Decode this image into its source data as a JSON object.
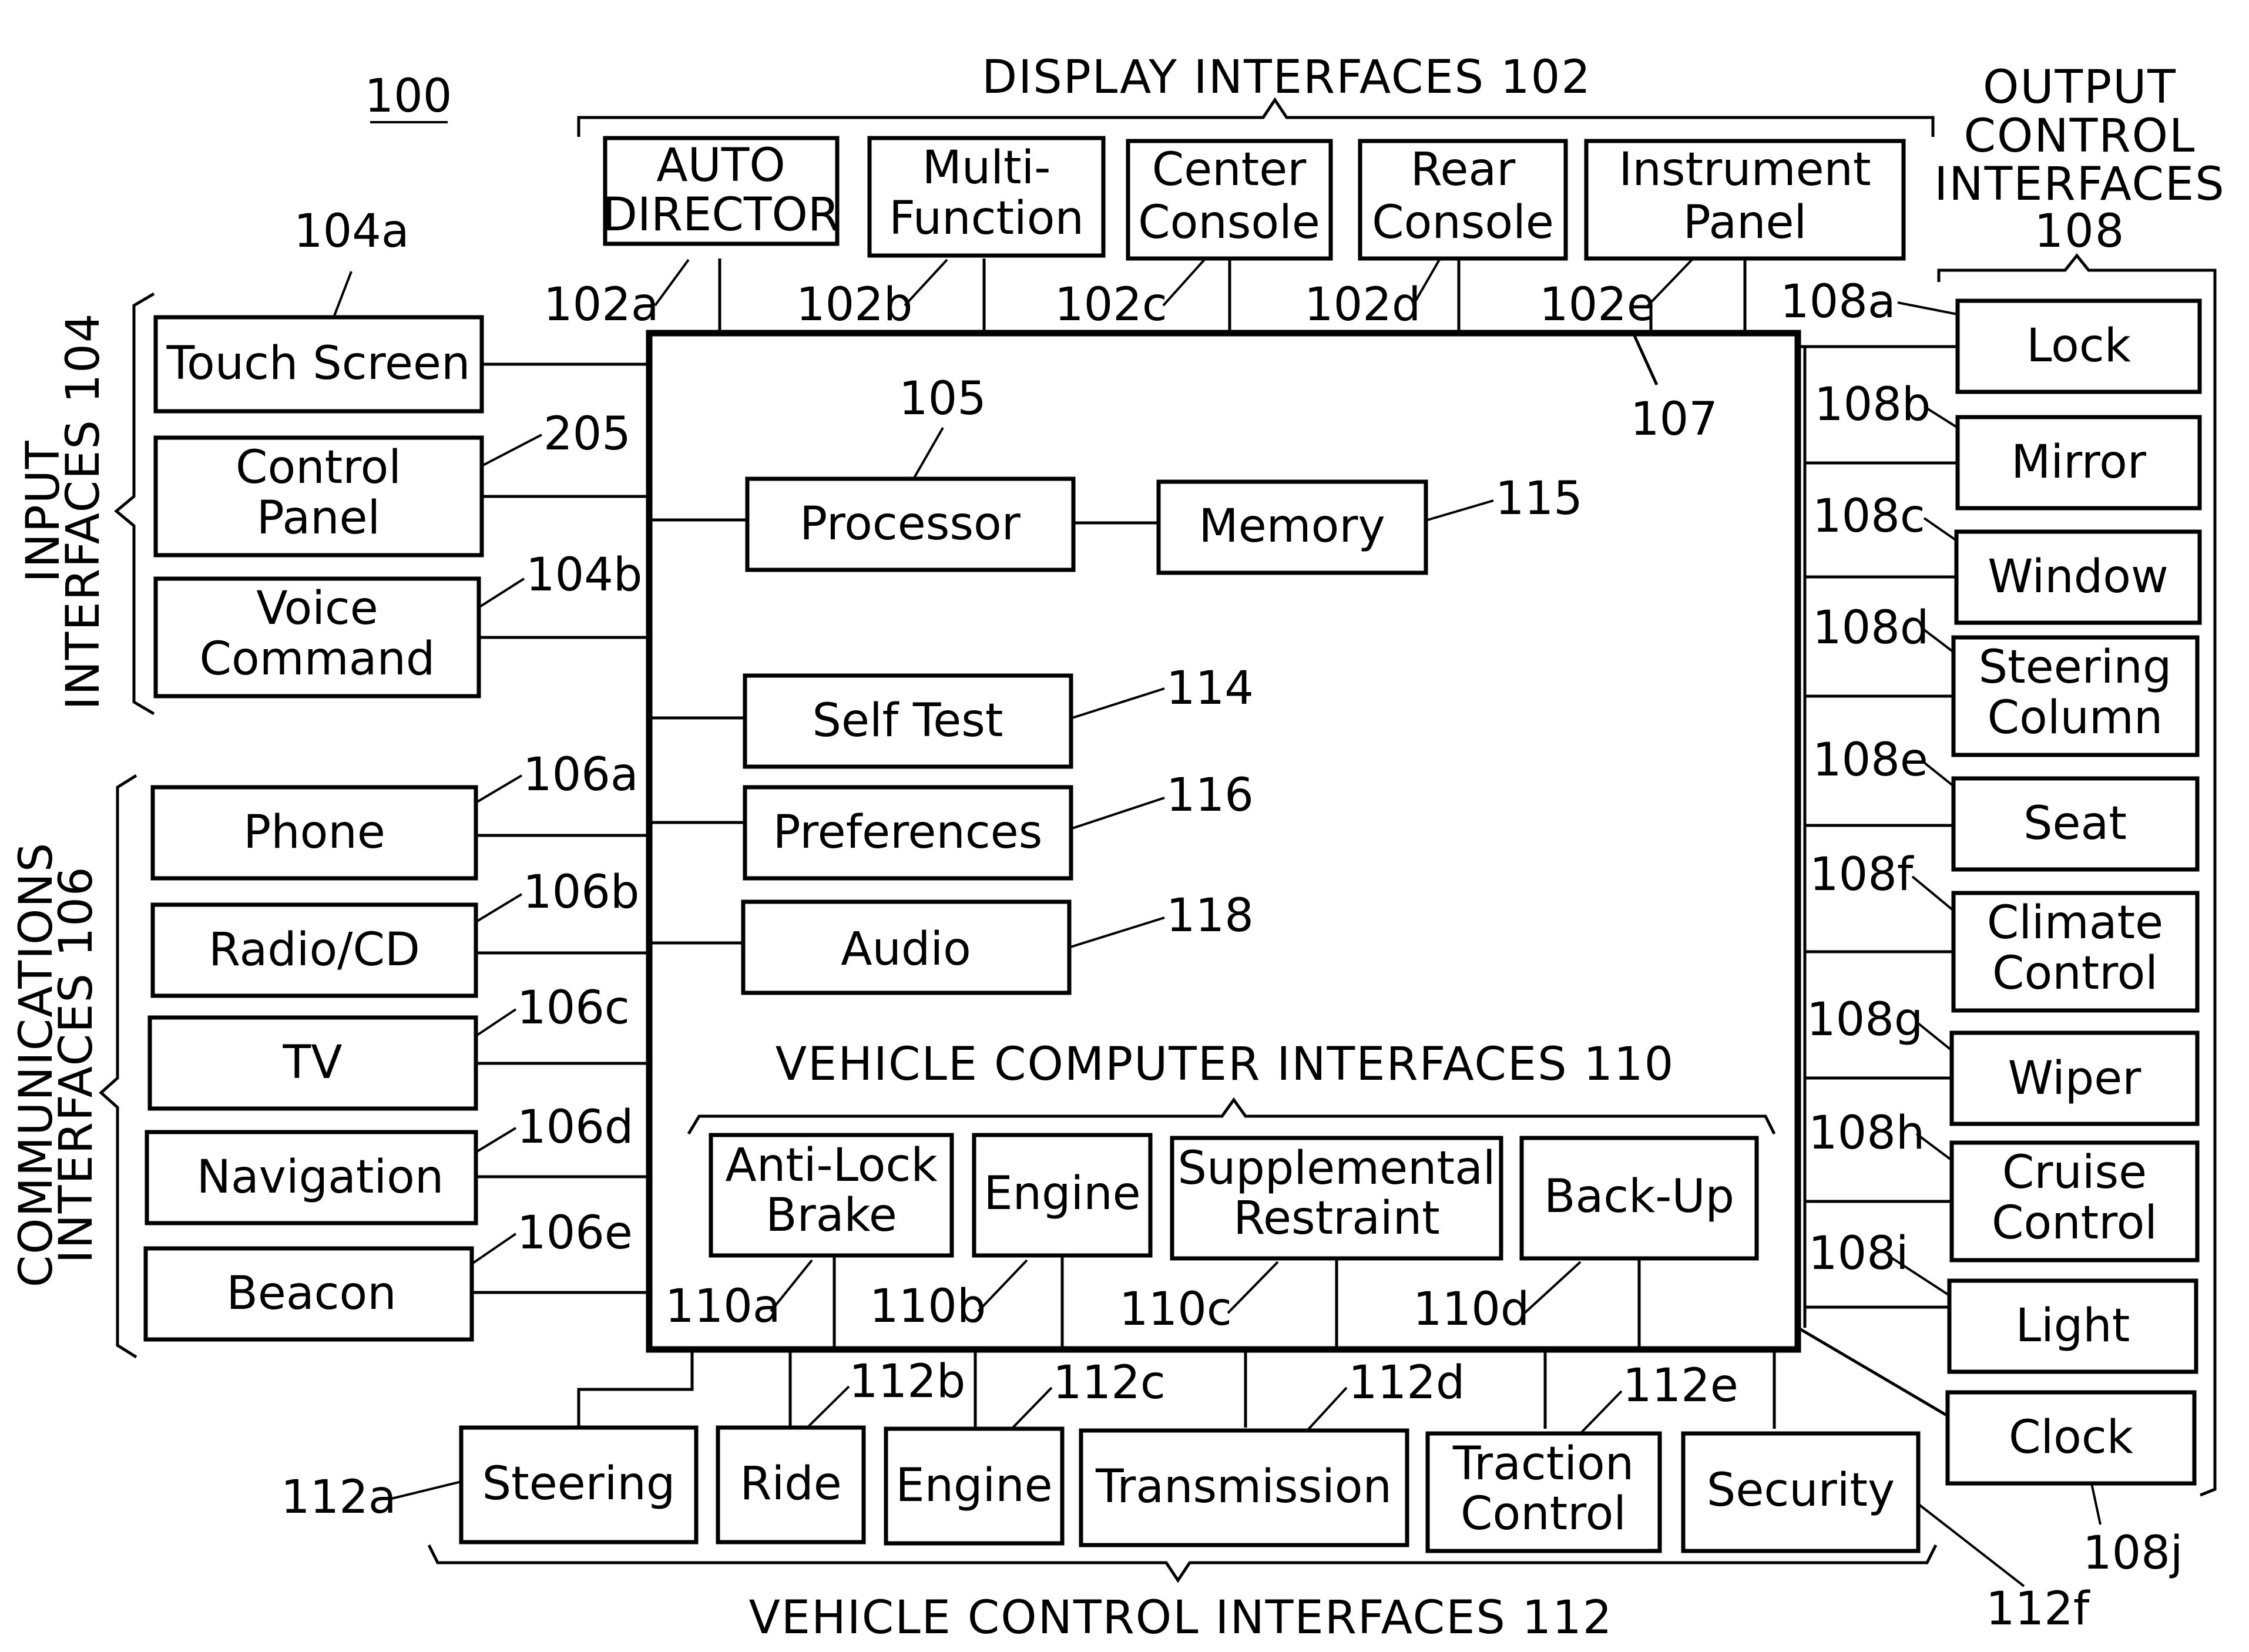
{
  "figure_number": "100",
  "display": {
    "title": "DISPLAY INTERFACES 102",
    "items": [
      {
        "ref": "102a",
        "lines": [
          "AUTO",
          "DIRECTOR"
        ]
      },
      {
        "ref": "102b",
        "lines": [
          "Multi-",
          "Function"
        ]
      },
      {
        "ref": "102c",
        "lines": [
          "Center",
          "Console"
        ]
      },
      {
        "ref": "102d",
        "lines": [
          "Rear",
          "Console"
        ]
      },
      {
        "ref": "102e",
        "lines": [
          "Instrument",
          "Panel"
        ]
      }
    ]
  },
  "input": {
    "title_lines": [
      "INPUT",
      "INTERFACES 104"
    ],
    "items": [
      {
        "ref": "104a",
        "lines": [
          "Touch Screen"
        ]
      },
      {
        "ref": "205",
        "lines": [
          "Control",
          "Panel"
        ]
      },
      {
        "ref": "104b",
        "lines": [
          "Voice",
          "Command"
        ]
      }
    ]
  },
  "communications": {
    "title_lines": [
      "COMMUNICATIONS",
      "INTERFACES 106"
    ],
    "items": [
      {
        "ref": "106a",
        "lines": [
          "Phone"
        ]
      },
      {
        "ref": "106b",
        "lines": [
          "Radio/CD"
        ]
      },
      {
        "ref": "106c",
        "lines": [
          "TV"
        ]
      },
      {
        "ref": "106d",
        "lines": [
          "Navigation"
        ]
      },
      {
        "ref": "106e",
        "lines": [
          "Beacon"
        ]
      }
    ]
  },
  "output": {
    "title_lines": [
      "OUTPUT",
      "CONTROL",
      "INTERFACES",
      "108"
    ],
    "items": [
      {
        "ref": "108a",
        "lines": [
          "Lock"
        ]
      },
      {
        "ref": "108b",
        "lines": [
          "Mirror"
        ]
      },
      {
        "ref": "108c",
        "lines": [
          "Window"
        ]
      },
      {
        "ref": "108d",
        "lines": [
          "Steering",
          "Column"
        ]
      },
      {
        "ref": "108e",
        "lines": [
          "Seat"
        ]
      },
      {
        "ref": "108f",
        "lines": [
          "Climate",
          "Control"
        ]
      },
      {
        "ref": "108g",
        "lines": [
          "Wiper"
        ]
      },
      {
        "ref": "108h",
        "lines": [
          "Cruise",
          "Control"
        ]
      },
      {
        "ref": "108i",
        "lines": [
          "Light"
        ]
      },
      {
        "ref": "108j",
        "lines": [
          "Clock"
        ]
      }
    ]
  },
  "core": {
    "bus_ref": "107",
    "processor": {
      "ref": "105",
      "label": "Processor"
    },
    "memory": {
      "ref": "115",
      "label": "Memory"
    },
    "self_test": {
      "ref": "114",
      "label": "Self Test"
    },
    "preferences": {
      "ref": "116",
      "label": "Preferences"
    },
    "audio": {
      "ref": "118",
      "label": "Audio"
    }
  },
  "vehicle_computer": {
    "title": "VEHICLE COMPUTER INTERFACES 110",
    "items": [
      {
        "ref": "110a",
        "lines": [
          "Anti-Lock",
          "Brake"
        ]
      },
      {
        "ref": "110b",
        "lines": [
          "Engine"
        ]
      },
      {
        "ref": "110c",
        "lines": [
          "Supplemental",
          "Restraint"
        ]
      },
      {
        "ref": "110d",
        "lines": [
          "Back-Up"
        ]
      }
    ]
  },
  "vehicle_control": {
    "title": "VEHICLE CONTROL INTERFACES 112",
    "items": [
      {
        "ref": "112a",
        "lines": [
          "Steering"
        ]
      },
      {
        "ref": "112b",
        "lines": [
          "Ride"
        ]
      },
      {
        "ref": "112c",
        "lines": [
          "Engine"
        ]
      },
      {
        "ref": "112d",
        "lines": [
          "Transmission"
        ]
      },
      {
        "ref": "112e",
        "lines": [
          "Traction",
          "Control"
        ]
      },
      {
        "ref": "112f",
        "lines": [
          "Security"
        ]
      }
    ]
  }
}
